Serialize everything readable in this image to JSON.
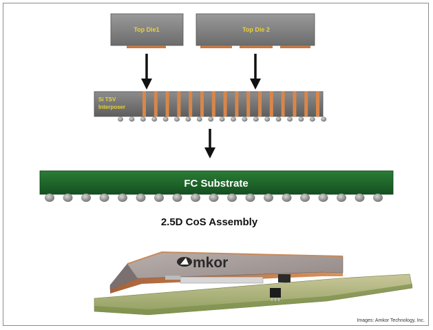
{
  "diagram": {
    "top_die_1": "Top Die1",
    "top_die_2": "Top Die 2",
    "interposer_line1": "Si TSV",
    "interposer_line2": "Interposer",
    "substrate": "FC Substrate",
    "assembly_title": "2.5D CoS Assembly",
    "logo_text": "mkor",
    "credit": "Images: Amkor Technology, Inc."
  },
  "colors": {
    "die_fill": "#7d7d7d",
    "die_label": "#e9d23a",
    "interposer_fill": "#6e6e6e",
    "tsv": "#d9864a",
    "substrate_fill": "#1f6a2a",
    "bump": "#9a9a9a",
    "arrow": "#111111"
  }
}
